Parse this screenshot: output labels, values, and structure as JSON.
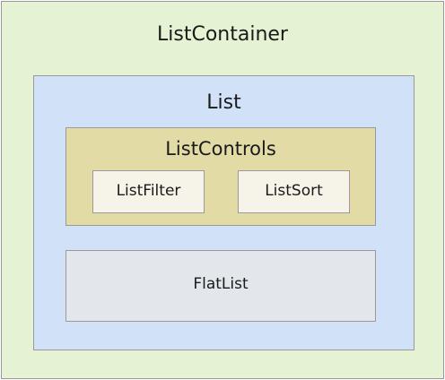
{
  "colors": {
    "list_container_fill": "#e6f2d4",
    "list_fill": "#d1e2f8",
    "list_controls_fill": "#e2dba6",
    "list_filter_fill": "#f6f4e9",
    "list_sort_fill": "#f6f4e9",
    "flat_list_fill": "#e3e6ea",
    "border": "#9a9a9a"
  },
  "diagram": {
    "list_container": {
      "label": "ListContainer"
    },
    "list": {
      "label": "List"
    },
    "list_controls": {
      "label": "ListControls"
    },
    "list_filter": {
      "label": "ListFilter"
    },
    "list_sort": {
      "label": "ListSort"
    },
    "flat_list": {
      "label": "FlatList"
    }
  }
}
